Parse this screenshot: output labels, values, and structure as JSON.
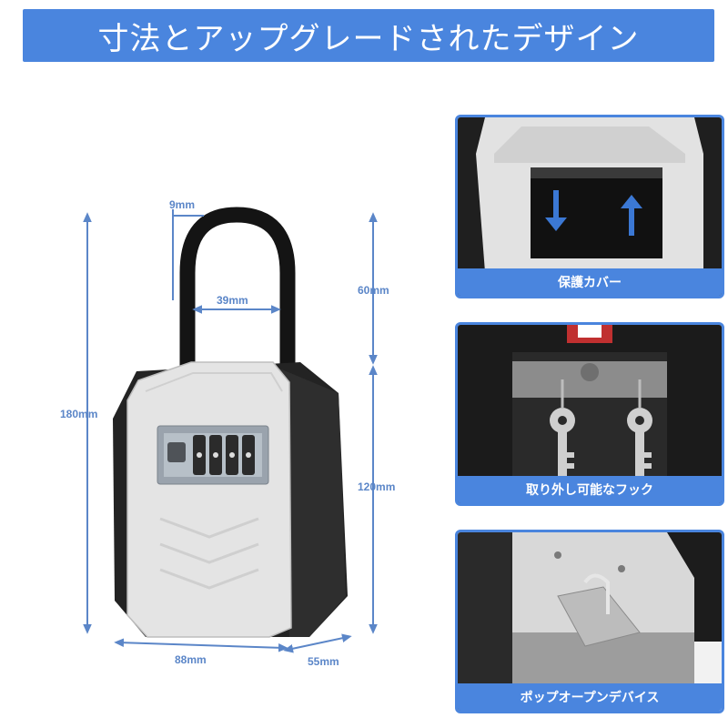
{
  "title": "寸法とアップグレードされたデザイン",
  "dimensions": {
    "shackle_thickness": "9mm",
    "shackle_width": "39mm",
    "shackle_height": "60mm",
    "total_height": "180mm",
    "body_height": "120mm",
    "width": "88mm",
    "depth": "55mm"
  },
  "panels": [
    {
      "caption": "保護カバー"
    },
    {
      "caption": "取り外し可能なフック"
    },
    {
      "caption": "ポップオープンデバイス"
    }
  ],
  "colors": {
    "accent": "#4a85de",
    "dimension_line": "#5b86c8",
    "body_light": "#e3e3e3",
    "body_dark": "#1e1e1e"
  }
}
